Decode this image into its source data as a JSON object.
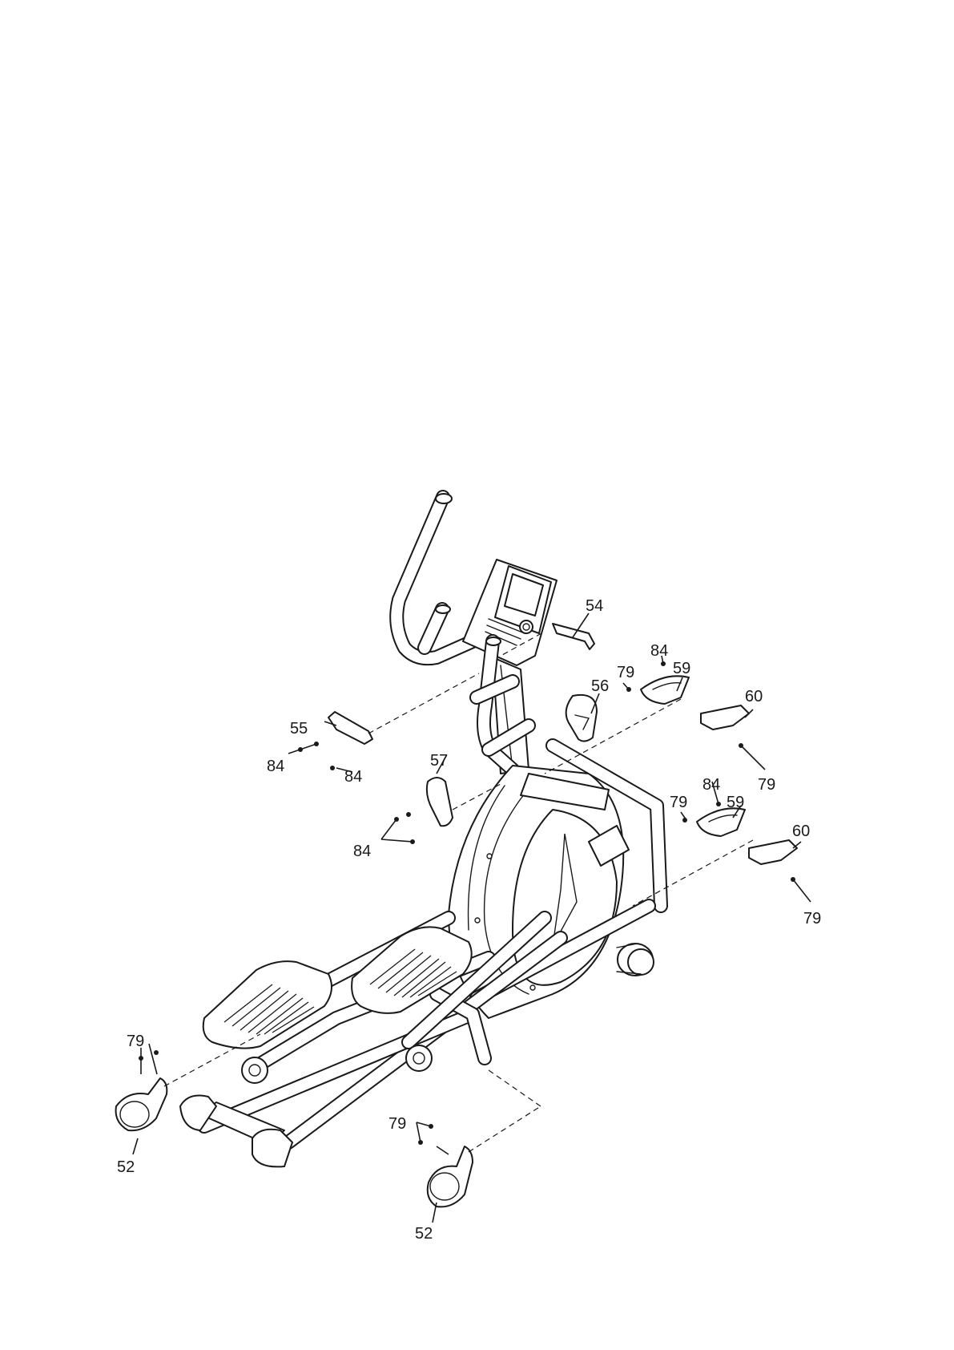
{
  "callouts": {
    "c54": "54",
    "c84_top": "84",
    "c79_top_left": "79",
    "c59_top": "59",
    "c60_top": "60",
    "c56": "56",
    "c55": "55",
    "c84_left_a": "84",
    "c84_left_b": "84",
    "c79_top_right": "79",
    "c57": "57",
    "c84_mid_right": "84",
    "c79_mid": "79",
    "c59_mid": "59",
    "c60_mid": "60",
    "c84_bottom_left": "84",
    "c79_mid_right": "79",
    "c79_wheel_left": "79",
    "c52_left": "52",
    "c79_wheel_right": "79",
    "c52_right": "52"
  },
  "colors": {
    "line": "#1a1a1a",
    "background": "#ffffff"
  }
}
